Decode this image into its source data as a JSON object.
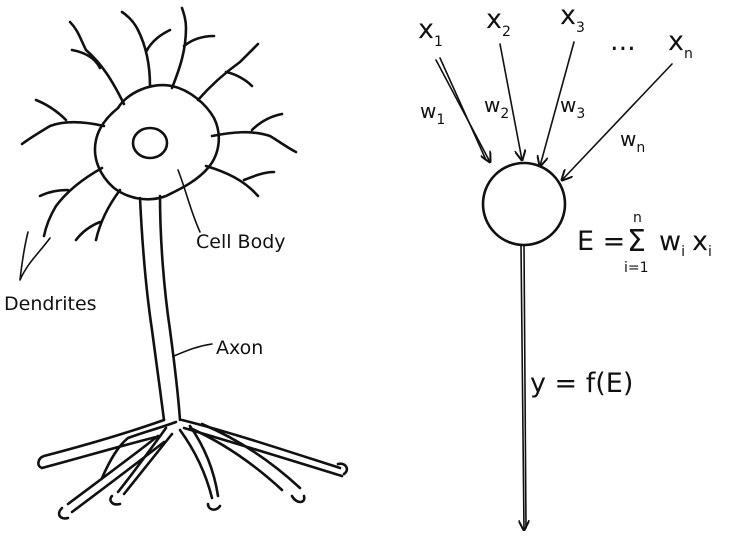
{
  "neuron": {
    "labels": {
      "dendrites": "Dendrites",
      "cell_body": "Cell Body",
      "axon": "Axon"
    }
  },
  "perceptron": {
    "inputs": [
      {
        "symbol": "x",
        "sub": "1"
      },
      {
        "symbol": "x",
        "sub": "2"
      },
      {
        "symbol": "x",
        "sub": "3"
      },
      {
        "symbol": "x",
        "sub": "n"
      }
    ],
    "ellipsis": "...",
    "weights": [
      {
        "symbol": "w",
        "sub": "1"
      },
      {
        "symbol": "w",
        "sub": "2"
      },
      {
        "symbol": "w",
        "sub": "3"
      },
      {
        "symbol": "w",
        "sub": "n"
      }
    ],
    "sum": {
      "lhs": "E =",
      "sigma": "Σ",
      "upper": "n",
      "lower": "i=1",
      "term_w": "w",
      "term_x": "x",
      "index": "i"
    },
    "output": "y = f(E)"
  }
}
